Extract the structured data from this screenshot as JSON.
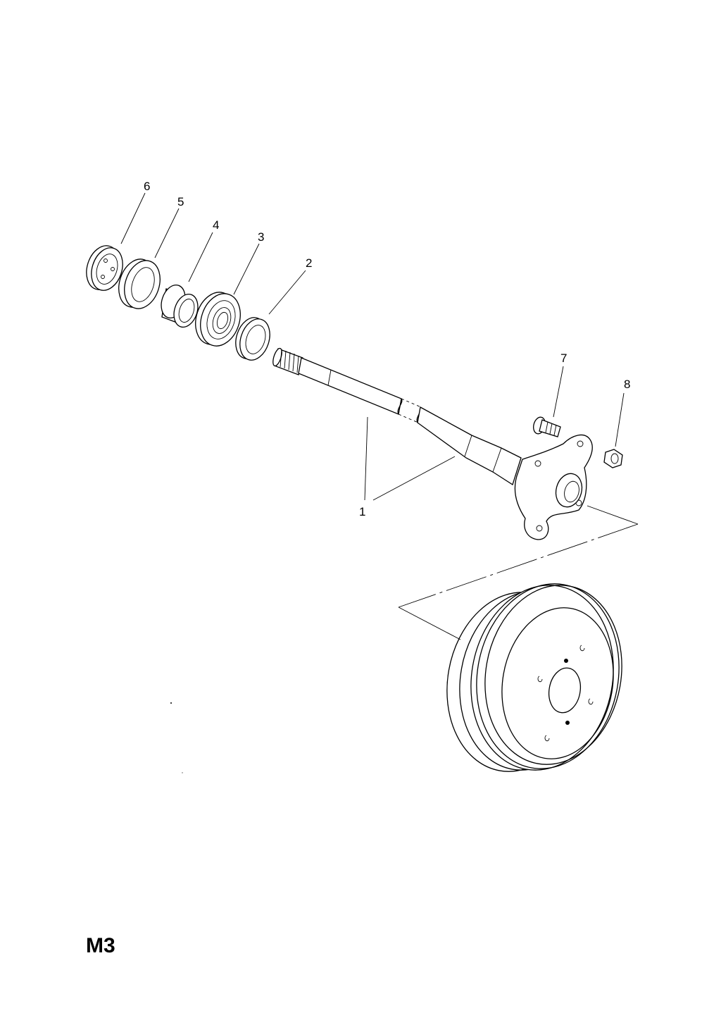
{
  "diagram": {
    "callouts": {
      "c1": "1",
      "c2": "2",
      "c3": "3",
      "c4": "4",
      "c5": "5",
      "c6": "6",
      "c7": "7",
      "c8": "8"
    },
    "page_code": "M3"
  }
}
